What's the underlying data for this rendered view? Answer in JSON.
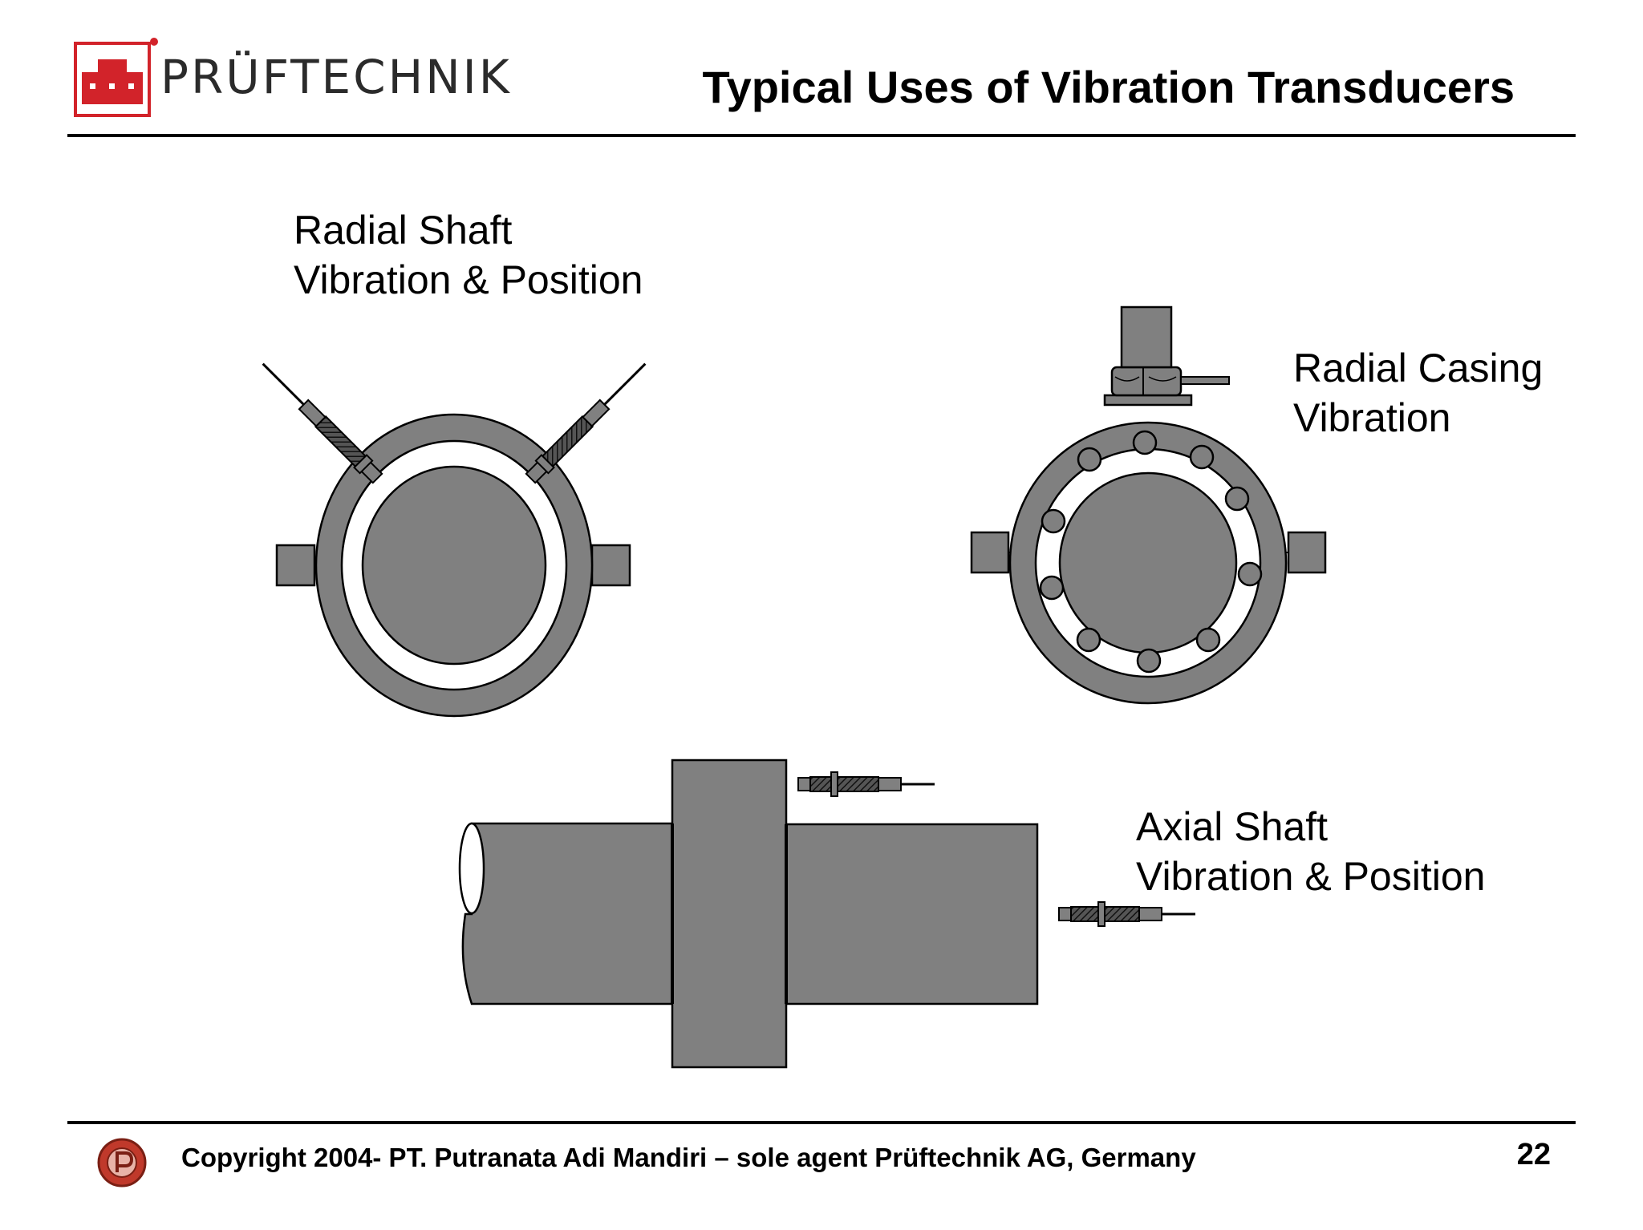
{
  "header": {
    "brand": "PRÜFTECHNIK",
    "title": "Typical Uses of Vibration Transducers",
    "brand_color": "#d2232a"
  },
  "labels": {
    "radial_shaft_line1": "Radial Shaft",
    "radial_shaft_line2": "Vibration & Position",
    "radial_casing_line1": "Radial Casing",
    "radial_casing_line2": "Vibration",
    "axial_shaft_line1": "Axial Shaft",
    "axial_shaft_line2": "Vibration & Position"
  },
  "footer": {
    "copyright": "Copyright 2004- PT. Putranata Adi Mandiri – sole agent Prüftechnik AG, Germany",
    "page_number": "22"
  },
  "colors": {
    "part_fill": "#808080",
    "outline": "#000000"
  }
}
